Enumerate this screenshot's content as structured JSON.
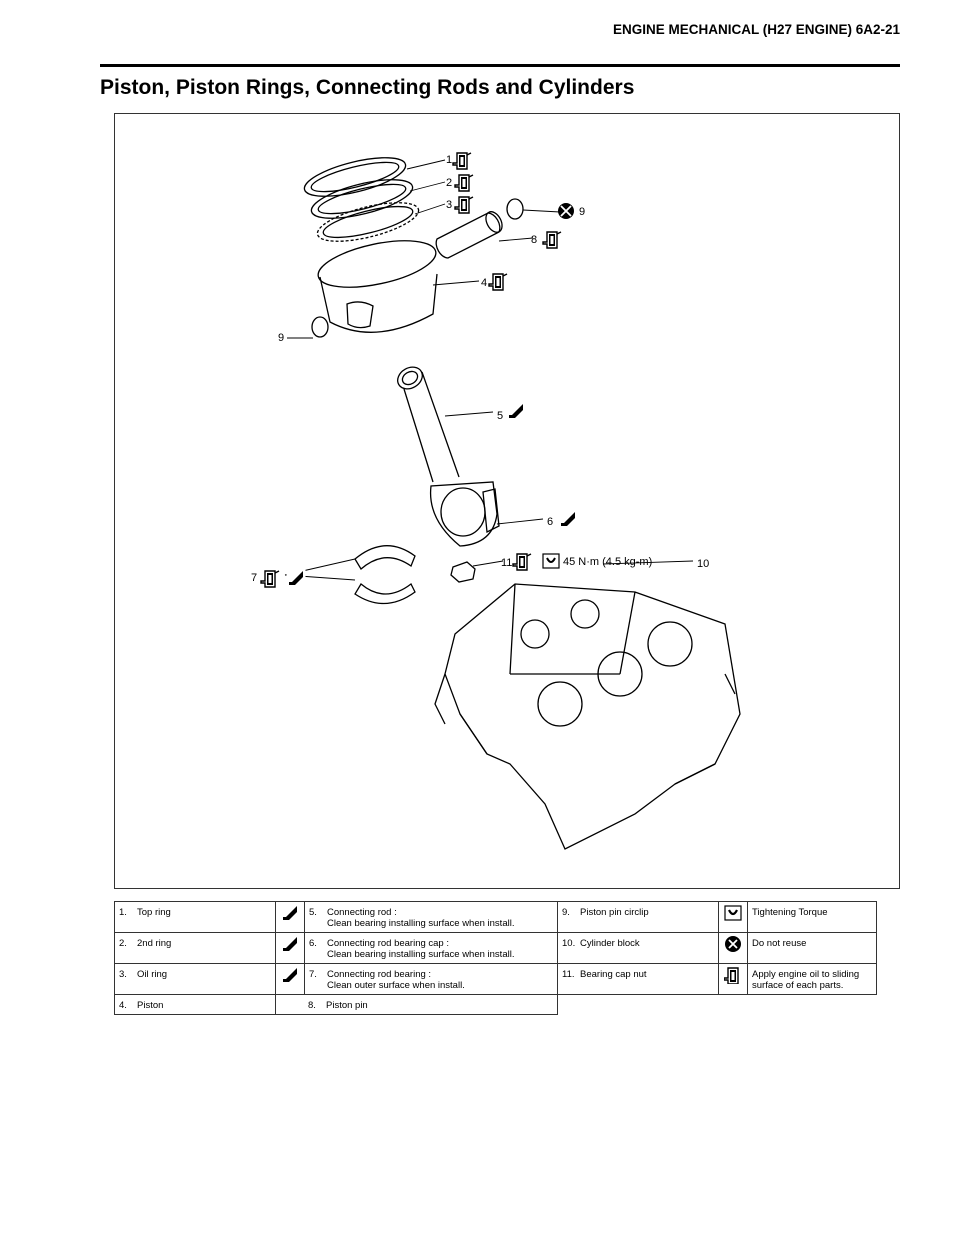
{
  "header": {
    "title": "ENGINE MECHANICAL (H27 ENGINE) 6A2-21"
  },
  "page_title": "Piston, Piston Rings, Connecting Rods and Cylinders",
  "figure": {
    "callouts": {
      "c1": "1",
      "c2": "2",
      "c3": "3",
      "c4": "4",
      "c5": "5",
      "c6": "6",
      "c7": "7",
      "c8": "8",
      "c9a": "9",
      "c9b": "9",
      "c10": "10",
      "c11": "11"
    },
    "torque_label": "45 N·m (4.5 kg-m)"
  },
  "legend": {
    "r1": {
      "n1": "1.",
      "t1": "Top ring",
      "n2": "5.",
      "t2a": "Connecting rod :",
      "t2b": "Clean bearing installing surface when install.",
      "n3": "9.",
      "t3": "Piston pin circlip",
      "t4": "Tightening Torque"
    },
    "r2": {
      "n1": "2.",
      "t1": "2nd ring",
      "n2": "6.",
      "t2a": "Connecting rod bearing cap :",
      "t2b": "Clean bearing installing surface when install.",
      "n3": "10.",
      "t3": "Cylinder block",
      "t4": "Do not reuse"
    },
    "r3": {
      "n1": "3.",
      "t1": "Oil ring",
      "n2": "7.",
      "t2a": "Connecting rod bearing :",
      "t2b": "Clean outer surface when install.",
      "n3": "11.",
      "t3": "Bearing cap nut",
      "t4a": "Apply engine oil to sliding",
      "t4b": "surface of each parts."
    },
    "r4": {
      "n1": "4.",
      "t1": "Piston",
      "n2": "8.",
      "t2": "Piston pin"
    }
  }
}
